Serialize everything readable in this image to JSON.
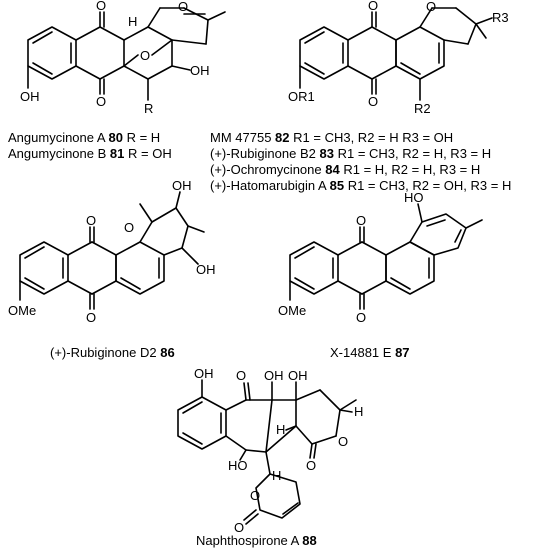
{
  "compounds": [
    {
      "structure_id": "angumycinone",
      "labels": {
        "oh_top": "OH",
        "o_carbonyl_1": "O",
        "o_carbonyl_2": "O",
        "o_carbonyl_3": "O",
        "o_epoxide": "O",
        "h": "H",
        "oh_bottom": "OH",
        "r": "R"
      },
      "captions": [
        {
          "name": "Angumycinone A",
          "number": "80",
          "rest": "R = H"
        },
        {
          "name": "Angumycinone B",
          "number": "81",
          "rest": "R = OH"
        }
      ]
    },
    {
      "structure_id": "mm47755",
      "labels": {
        "o_1": "O",
        "o_2": "O",
        "o_3": "O",
        "r3": "R3",
        "or1": "OR1",
        "r2": "R2"
      },
      "captions": [
        {
          "name": "MM 47755",
          "number": "82",
          "rest": "R1 = CH3, R2 = H R3 = OH"
        },
        {
          "name": "(+)-Rubiginone B2",
          "number": "83",
          "rest": "R1 = CH3, R2 = H, R3 = H"
        },
        {
          "name": "(+)-Ochromycinone",
          "number": "84",
          "rest": "R1 = H, R2 = H, R3 = H"
        },
        {
          "name": "(+)-Hatomarubigin A",
          "number": "85",
          "rest": "R1 = CH3, R2 = OH, R3 = H"
        }
      ]
    },
    {
      "structure_id": "rubiginone_d2",
      "labels": {
        "oh_1": "OH",
        "oh_2": "OH",
        "o_1": "O",
        "o_2": "O",
        "o_3": "O",
        "ome": "OMe"
      },
      "captions": [
        {
          "name": "(+)-Rubiginone D2",
          "number": "86",
          "rest": ""
        }
      ]
    },
    {
      "structure_id": "x14881e",
      "labels": {
        "ho": "HO",
        "o_1": "O",
        "o_2": "O",
        "ome": "OMe"
      },
      "captions": [
        {
          "name": "X-14881 E",
          "number": "87",
          "rest": ""
        }
      ]
    },
    {
      "structure_id": "naphthospirone",
      "labels": {
        "oh_1": "OH",
        "o_1": "O",
        "oh_2": "OH",
        "oh_3": "OH",
        "h_1": "H",
        "h_2": "H",
        "o_2": "O",
        "o_3": "O",
        "ho": "HO",
        "h_3": "H",
        "o_4": "O",
        "o_5": "O"
      },
      "captions": [
        {
          "name": "Naphthospirone A",
          "number": "88",
          "rest": ""
        }
      ]
    }
  ]
}
